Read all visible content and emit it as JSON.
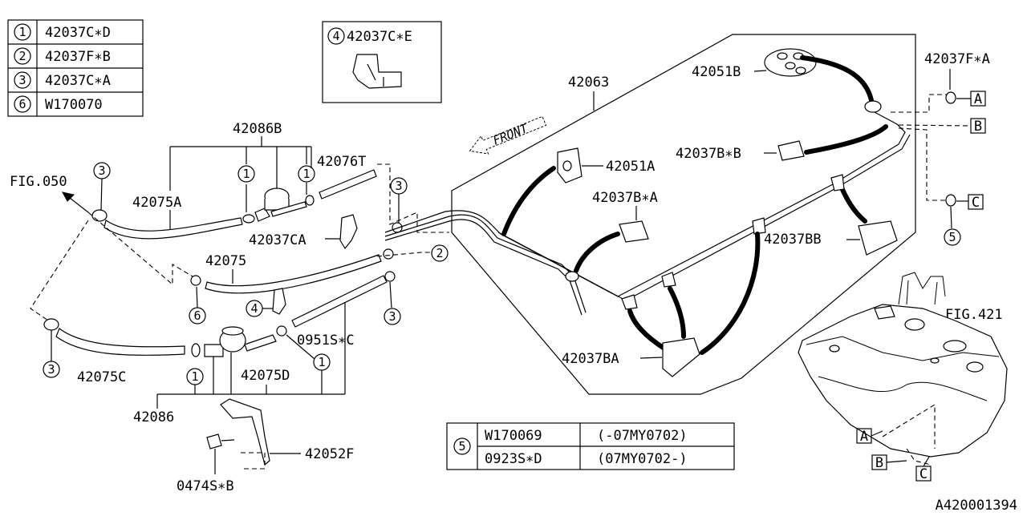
{
  "legend": {
    "rows": [
      {
        "num": "1",
        "part": "42037C∗D"
      },
      {
        "num": "2",
        "part": "42037F∗B"
      },
      {
        "num": "3",
        "part": "42037C∗A"
      },
      {
        "num": "6",
        "part": "W170070"
      }
    ]
  },
  "detail_box": {
    "num": "4",
    "part": "42037C∗E"
  },
  "note_table": {
    "num": "5",
    "rows": [
      {
        "part": "W170069",
        "range": "(-07MY0702)"
      },
      {
        "part": "0923S∗D",
        "range": "(07MY0702-)"
      }
    ]
  },
  "labels": {
    "p42086B": "42086B",
    "p42076T": "42076T",
    "fig050": "FIG.050",
    "p42075A": "42075A",
    "p42037CA": "42037CA",
    "p42075": "42075",
    "p0951SC": "0951S∗C",
    "p42075C": "42075C",
    "p42075D": "42075D",
    "p42086": "42086",
    "p42052F": "42052F",
    "p0474SB": "0474S∗B",
    "p42063": "42063",
    "front": "FRONT",
    "p42051B": "42051B",
    "p42051A": "42051A",
    "p42037BB_star": "42037B∗B",
    "p42037BA_star": "42037B∗A",
    "p42037BB": "42037BB",
    "p42037BA": "42037BA",
    "p42037FA": "42037F∗A",
    "fig421": "FIG.421",
    "diagram_id": "A420001394"
  },
  "callouts": {
    "c1": "1",
    "c2": "2",
    "c3": "3",
    "c4": "4",
    "c5": "5",
    "c6": "6"
  },
  "connectors": {
    "a": "A",
    "b": "B",
    "c": "C"
  }
}
